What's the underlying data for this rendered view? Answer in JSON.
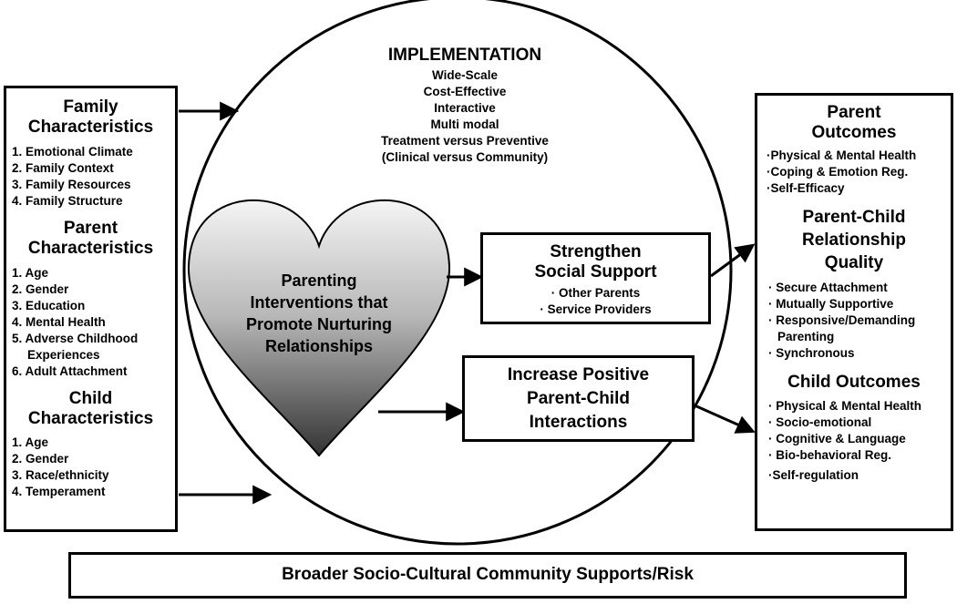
{
  "left_panel": {
    "family": {
      "title": "Family Characteristics",
      "items": [
        "1. Emotional Climate",
        "2. Family Context",
        "3. Family Resources",
        "4. Family Structure"
      ]
    },
    "parent": {
      "title": "Parent Characteristics",
      "items": [
        "1. Age",
        "2. Gender",
        "3. Education",
        "4. Mental Health",
        "5. Adverse Childhood Experiences",
        "6. Adult Attachment"
      ]
    },
    "child": {
      "title": "Child Characteristics",
      "items": [
        "1. Age",
        "2. Gender",
        "3. Race/ethnicity",
        "4. Temperament"
      ]
    }
  },
  "implementation": {
    "title": "IMPLEMENTATION",
    "items": [
      "Wide-Scale",
      "Cost-Effective",
      "Interactive",
      "Multi modal",
      "Treatment versus Preventive",
      "(Clinical versus Community)"
    ]
  },
  "heart": {
    "label": "Parenting Interventions that Promote Nurturing Relationships"
  },
  "social_support": {
    "title": "Strengthen Social Support",
    "items": [
      "· Other Parents",
      "· Service Providers"
    ]
  },
  "interactions": {
    "title": "Increase Positive Parent-Child Interactions"
  },
  "right_panel": {
    "parent_outcomes": {
      "title": "Parent Outcomes",
      "items": [
        "·Physical & Mental  Health",
        "·Coping & Emotion Reg.",
        "·Self-Efficacy"
      ]
    },
    "relationship_quality": {
      "title": "Parent-Child Relationship Quality",
      "items": [
        "Secure Attachment",
        "Mutually Supportive",
        "Responsive/Demanding Parenting",
        "Synchronous"
      ]
    },
    "child_outcomes": {
      "title": "Child Outcomes",
      "items": [
        "Physical & Mental Health",
        "Socio-emotional",
        "Cognitive & Language",
        "Bio-behavioral Reg.",
        "·Self-regulation"
      ]
    }
  },
  "footer": {
    "label": "Broader Socio-Cultural Community Supports/Risk"
  },
  "colors": {
    "border": "#000000",
    "heart_light": "#f2f2f2",
    "heart_dark": "#3a3a3a"
  }
}
